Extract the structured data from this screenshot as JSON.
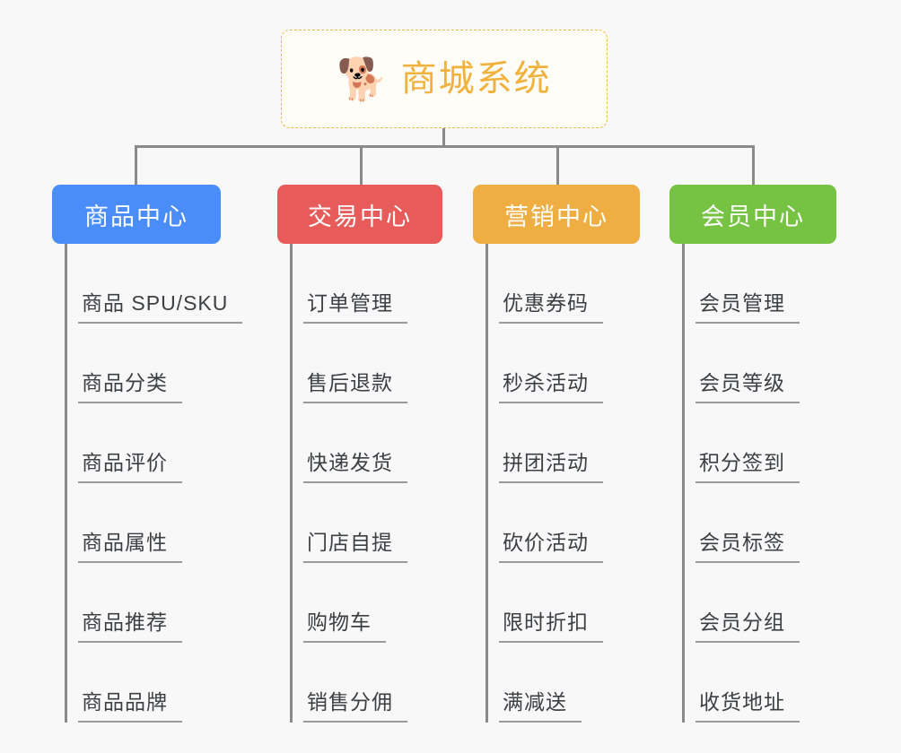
{
  "canvas": {
    "background_color": "#f8f8f8",
    "connector_color": "#8a8a8a"
  },
  "root": {
    "icon": "dog-face-emoji",
    "icon_glyph": "🐕",
    "title": "商城系统",
    "text_color": "#f0b23c",
    "border_color": "#f0b849",
    "background_color": "#fffdf8"
  },
  "branches": [
    {
      "label": "商品中心",
      "color": "#4b8df8",
      "items": [
        "商品 SPU/SKU",
        "商品分类",
        "商品评价",
        "商品属性",
        "商品推荐",
        "商品品牌"
      ]
    },
    {
      "label": "交易中心",
      "color": "#e75c5a",
      "items": [
        "订单管理",
        "售后退款",
        "快递发货",
        "门店自提",
        "购物车",
        "销售分佣"
      ]
    },
    {
      "label": "营销中心",
      "color": "#eeae42",
      "items": [
        "优惠券码",
        "秒杀活动",
        "拼团活动",
        "砍价活动",
        "限时折扣",
        "满减送"
      ]
    },
    {
      "label": "会员中心",
      "color": "#76c243",
      "items": [
        "会员管理",
        "会员等级",
        "积分签到",
        "会员标签",
        "会员分组",
        "收货地址"
      ]
    }
  ]
}
